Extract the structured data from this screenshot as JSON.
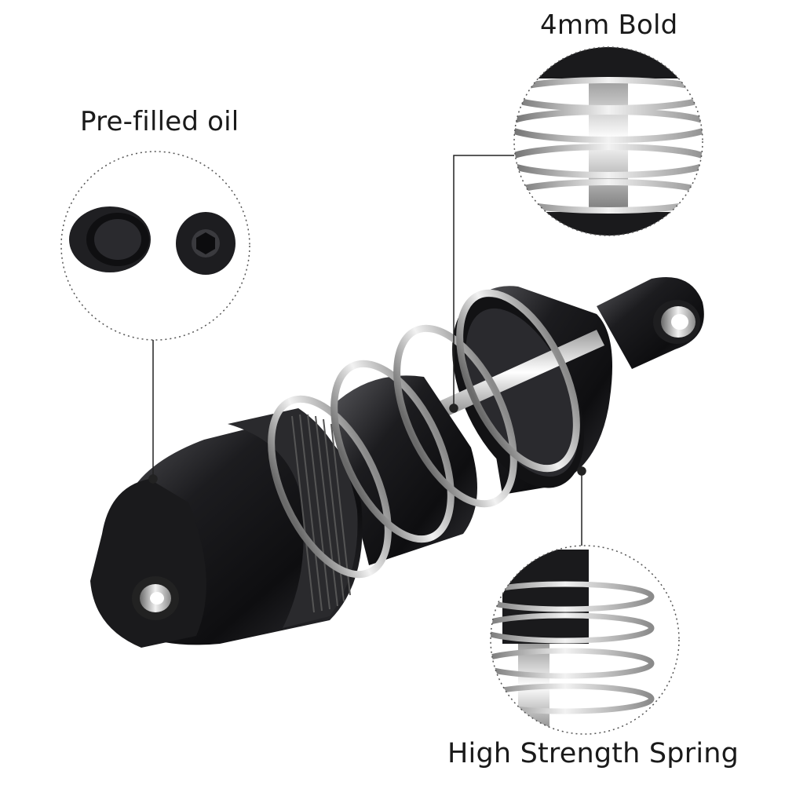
{
  "callouts": {
    "top_right": "4mm Bold",
    "left": "Pre-filled oil",
    "bottom_right": "High Strength Spring"
  },
  "colors": {
    "background": "#ffffff",
    "metal_black": "#1b1b1d",
    "chrome": "#d8d8d8",
    "leader_line": "#222222",
    "callout_circle": "#555555"
  }
}
